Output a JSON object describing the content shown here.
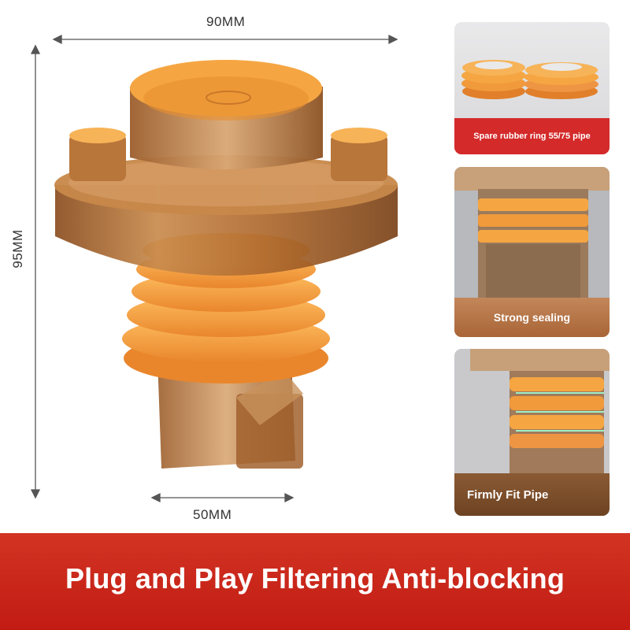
{
  "dimensions": {
    "top_width": "90MM",
    "height": "95MM",
    "bottom_width": "50MM"
  },
  "cards": [
    {
      "caption": "Spare rubber ring 55/75 pipe"
    },
    {
      "caption": "Strong sealing"
    },
    {
      "caption": "Firmly Fit Pipe"
    }
  ],
  "banner": {
    "text": "Plug and Play Filtering Anti-blocking"
  },
  "colors": {
    "accent_orange": "#f5a642",
    "amber_body": "#b0672c",
    "banner_red": "#c9241a",
    "caption_red": "#d42a2a"
  }
}
